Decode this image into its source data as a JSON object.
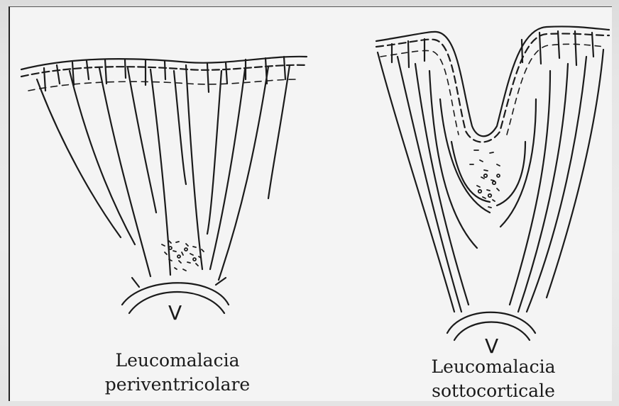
{
  "diagram": {
    "left_panel": {
      "caption_line1": "Leucomalacia",
      "caption_line2": "periventricolare",
      "ventricle_mark": "V"
    },
    "right_panel": {
      "caption_line1": "Leucomalacia",
      "caption_line2": "sottocorticale",
      "ventricle_mark": "V"
    }
  }
}
